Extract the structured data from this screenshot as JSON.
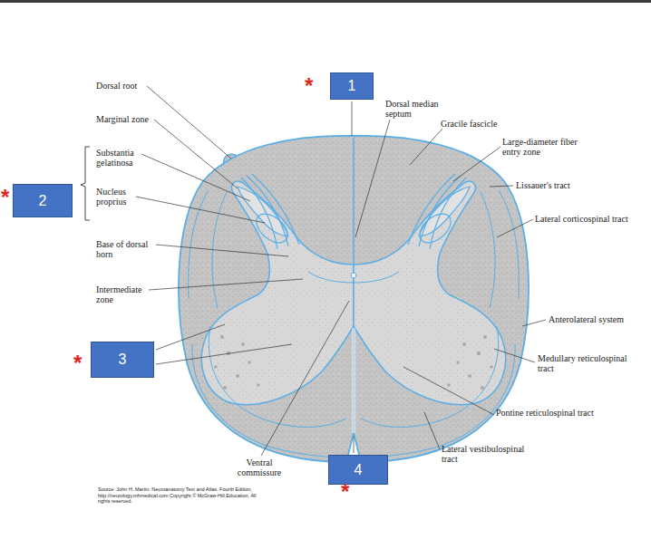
{
  "diagram": {
    "nodes": [
      {
        "text": [
          "1"
        ]
      },
      {
        "text": [
          "2"
        ]
      },
      {
        "text": [
          "3"
        ]
      },
      {
        "text": [
          "4"
        ]
      }
    ],
    "labels": [
      "*",
      "Dorsal root",
      "Marginal zone",
      "Dorsal median septum",
      "Gracile fascicle",
      "Large-diameter fiber entry zone",
      "*",
      "Substantia gelatinosa",
      "Lissauer's tract",
      "Nucleus proprius",
      "Lateral corticospinal tract",
      "Base of dorsal horn",
      "Intermediate zone",
      "Anterolateral system",
      "*",
      "Medullary reticulospinal tract",
      "Pontine reticulospinal tract",
      "Lateral vestibulospinal tract",
      "Ventral commissure",
      "*",
      "Source: John H. Martin: Neuroanatomy Text and Atlas, Fourth Edition, http://neurology.mhmedical.com Copyright © McGraw-Hill Education. All rights reserved."
    ]
  }
}
